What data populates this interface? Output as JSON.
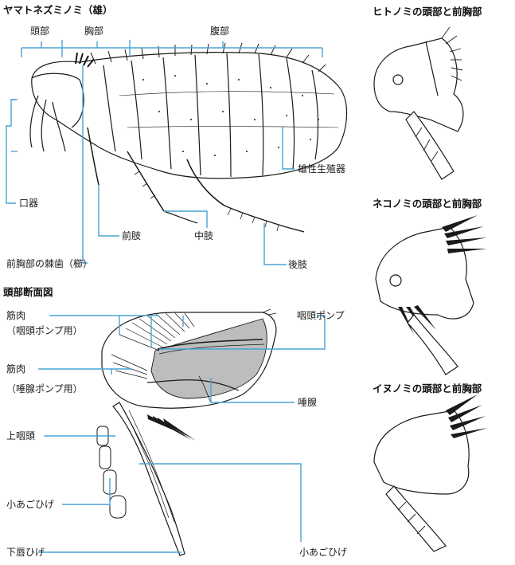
{
  "figure": {
    "flea_title": "ヤマトネズミノミ（雄）",
    "region_labels": {
      "head": "頭部",
      "thorax": "胸部",
      "abdomen": "腹部"
    },
    "parts": {
      "mouthparts": "口器",
      "foreleg": "前肢",
      "midleg": "中肢",
      "hindleg": "後肢",
      "male_genitalia": "雄性生殖器",
      "pronotal_comb": "前胸部の棘歯（櫛）"
    },
    "section": {
      "title": "頭部断面図",
      "muscle1_a": "筋肉",
      "muscle1_b": "（咽頭ポンプ用）",
      "muscle2_a": "筋肉",
      "muscle2_b": "（唾腺ポンプ用）",
      "pharynx_pump": "咽頭ポンプ",
      "salivary_gland": "唾腺",
      "epipharynx": "上咽頭",
      "maxillary_palp_left": "小あごひげ",
      "labial_palp": "下唇ひげ",
      "maxillary_palp_right": "小あごひげ"
    },
    "panels": {
      "human": "ヒトノミの頭部と前胸部",
      "cat": "ネコノミの頭部と前胸部",
      "dog": "イヌノミの頭部と前胸部"
    },
    "colors": {
      "ink": "#1a1a1a",
      "line": "#4aa3d6",
      "shade": "#bdbdbd",
      "paper": "#ffffff"
    }
  }
}
